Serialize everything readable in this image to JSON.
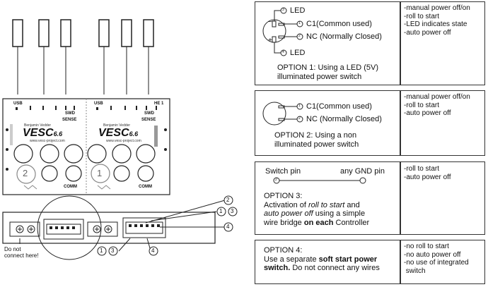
{
  "board": {
    "usb": "USB",
    "he": "HE 1",
    "sense": "SENSE",
    "swd": "SWD",
    "comm": "COMM",
    "brand": "VESC",
    "brand_sub": "6.6",
    "author": "Benjamin Vedder",
    "url": "www.vesc-project.com",
    "numbers": [
      "2",
      "1"
    ]
  },
  "bottom_left": {
    "note_line1": "Do not",
    "note_line2": "connect here!",
    "callouts": {
      "c1": "1",
      "c2": "2",
      "c3": "3",
      "c4": "4"
    }
  },
  "options": [
    {
      "labels": {
        "led_top": "LED",
        "c1": "C1(Common used)",
        "nc": "NC (Normally Closed)",
        "led_bottom": "LED"
      },
      "pin_numbers": [
        "3",
        "1",
        "2",
        "4"
      ],
      "symbols": {
        "minus": "−",
        "plus": "+"
      },
      "title": "OPTION 1: Using a LED (5V)",
      "title2": "illuminated power switch",
      "features": [
        "-manual power off/on",
        "-roll to start",
        "-LED indicates state",
        "-auto power off"
      ]
    },
    {
      "labels": {
        "c1": "C1(Common used)",
        "nc": "NC (Normally Closed)"
      },
      "pin_numbers": [
        "1",
        "2"
      ],
      "title": "OPTION 2: Using a non",
      "title2": "illuminated power switch",
      "features": [
        "-manual power off/on",
        "-roll to start",
        "-auto power off"
      ]
    },
    {
      "labels": {
        "switch_pin": "Switch pin",
        "gnd_pin": "any GND pin"
      },
      "pin_numbers": [
        "2"
      ],
      "title": "OPTION 3:",
      "line2": "Activation of ",
      "line2_em": "roll to start",
      "line2_end": " and",
      "line3_em": "auto power off",
      "line3_end": " using a simple",
      "line4": "wire bridge ",
      "line4_bold": "on each",
      "line4_end": " Controller",
      "features": [
        "-roll to start",
        "-auto power off"
      ]
    },
    {
      "title": "OPTION 4:",
      "line2": "Use a separate ",
      "line2_bold": "soft start power",
      "line3_bold": "switch.",
      "line3_end": " Do not connect any wires",
      "features": [
        "-no roll to start",
        "-no auto power off",
        "-no use of integrated",
        " switch"
      ]
    }
  ]
}
